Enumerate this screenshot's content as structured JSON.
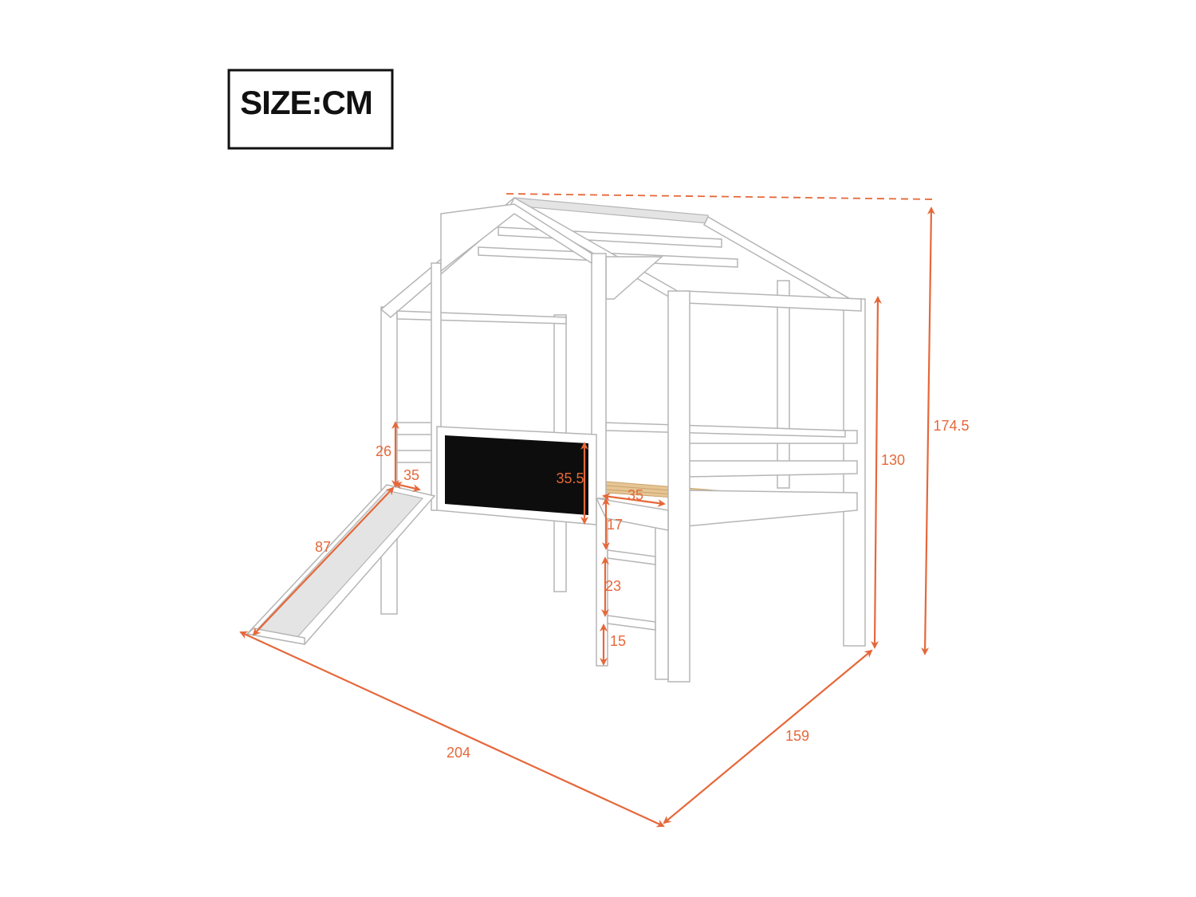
{
  "size_label": "SIZE:CM",
  "colors": {
    "dimension": "#e5683a",
    "frame": "#ffffff",
    "chalkboard": "#0d0d0d",
    "slats": "#e6c594"
  },
  "dimensions": {
    "total_height": "174.5",
    "bed_height": "130",
    "depth": "159",
    "length": "204",
    "slide_length": "87",
    "guard_height": "26",
    "slide_width": "35",
    "chalkboard_height": "35.5",
    "ladder_width": "35",
    "ladder_top_gap": "17",
    "ladder_rung_gap": "23",
    "ladder_bottom_gap": "15"
  }
}
